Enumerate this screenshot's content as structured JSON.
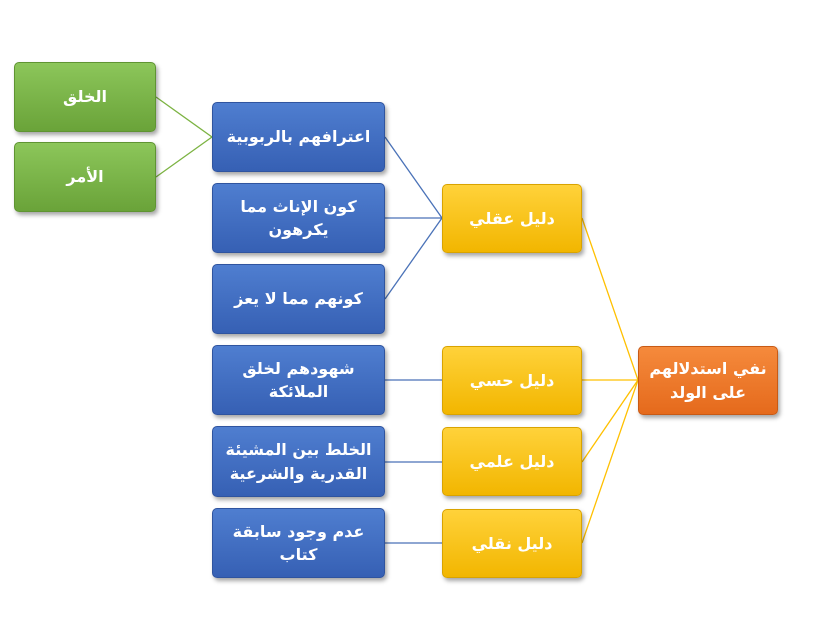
{
  "diagram": {
    "root": "نفي استدلالهم على الولد",
    "evidence": {
      "rational": "دليل عقلي",
      "sensory": "دليل حسي",
      "scientific": "دليل علمي",
      "textual": "دليل نقلي"
    },
    "points": {
      "lordship": "اعترافهم بالربوبية",
      "females": "كون الإناث مما يكرهون",
      "weak": "كونهم مما لا يعز",
      "angels": "شهودهم لخلق الملائكة",
      "will": "الخلط بين المشيئة القدرية والشرعية",
      "book": "عدم وجود سابقة كتاب"
    },
    "subpoints": {
      "creation": "الخلق",
      "command": "الأمر"
    },
    "colors": {
      "green": "#78b24a",
      "blue": "#4472c4",
      "yellow": "#ffc000",
      "orange": "#ed7d31",
      "line_green": "#7cb342",
      "line_blue": "#4a72b8",
      "line_yellow": "#ffc000"
    }
  }
}
